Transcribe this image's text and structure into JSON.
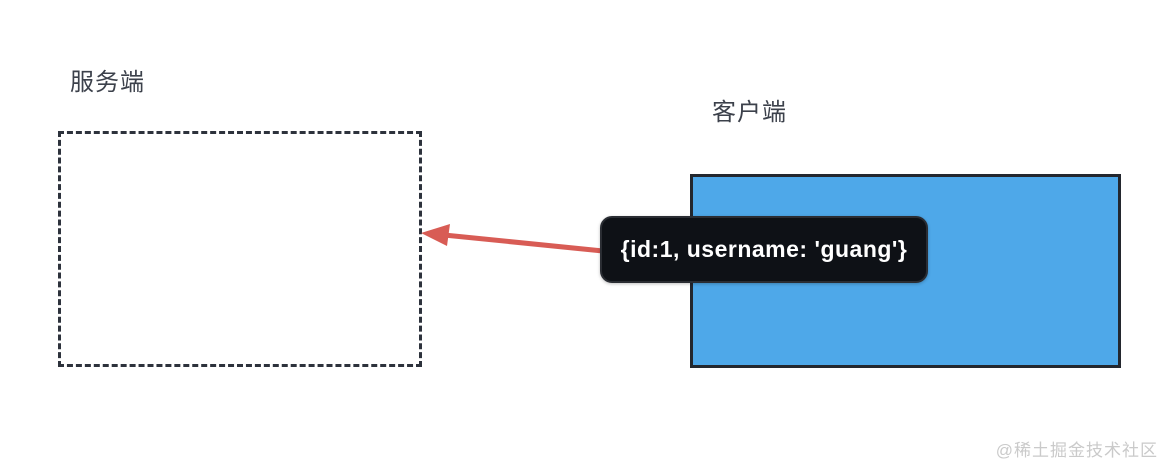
{
  "diagram": {
    "server": {
      "label": "服务端"
    },
    "client": {
      "label": "客户端"
    },
    "message": {
      "text": "{id:1, username: 'guang'}"
    },
    "watermark": "@稀土掘金技术社区"
  },
  "colors": {
    "client_fill": "#4EA8E9",
    "client_border": "#23272E",
    "server_border": "#2D323C",
    "arrow": "#D85C55",
    "message_bg": "#0E1116",
    "message_text": "#FFFFFF",
    "label_text": "#3C414B",
    "watermark_text": "#CACACA"
  }
}
